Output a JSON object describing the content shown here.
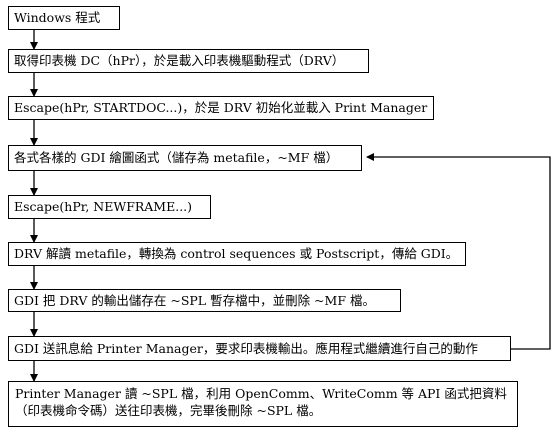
{
  "steps": [
    {
      "id": "step1",
      "text": "Windows 程式"
    },
    {
      "id": "step2",
      "text": "取得印表機 DC（hPr），於是載入印表機驅動程式（DRV）"
    },
    {
      "id": "step3",
      "text": "Escape(hPr, STARTDOC...)，於是 DRV 初始化並載入 Print Manager"
    },
    {
      "id": "step4",
      "text": "各式各樣的 GDI 繪圖函式（儲存為 metafile，~MF 檔）"
    },
    {
      "id": "step5",
      "text": "Escape(hPr, NEWFRAME...)"
    },
    {
      "id": "step6",
      "text": "DRV 解讀 metafile，轉換為 control sequences 或 Postscript，傳給 GDI。"
    },
    {
      "id": "step7",
      "text": "GDI 把 DRV 的輸出儲存在 ~SPL 暫存檔中，並刪除 ~MF 檔。"
    },
    {
      "id": "step8",
      "text": "GDI 送訊息給 Printer Manager，要求印表機輸出。應用程式繼續進行自己的動作"
    },
    {
      "id": "step9",
      "lines": [
        "Printer Manager 讀 ~SPL 檔，利用 OpenComm、WriteComm 等 API 函式把資料",
        "（印表機命令碼）送往印表機，完畢後刪除 ~SPL 檔。"
      ]
    }
  ],
  "colors": {
    "stroke": "#000000",
    "background": "#ffffff"
  }
}
